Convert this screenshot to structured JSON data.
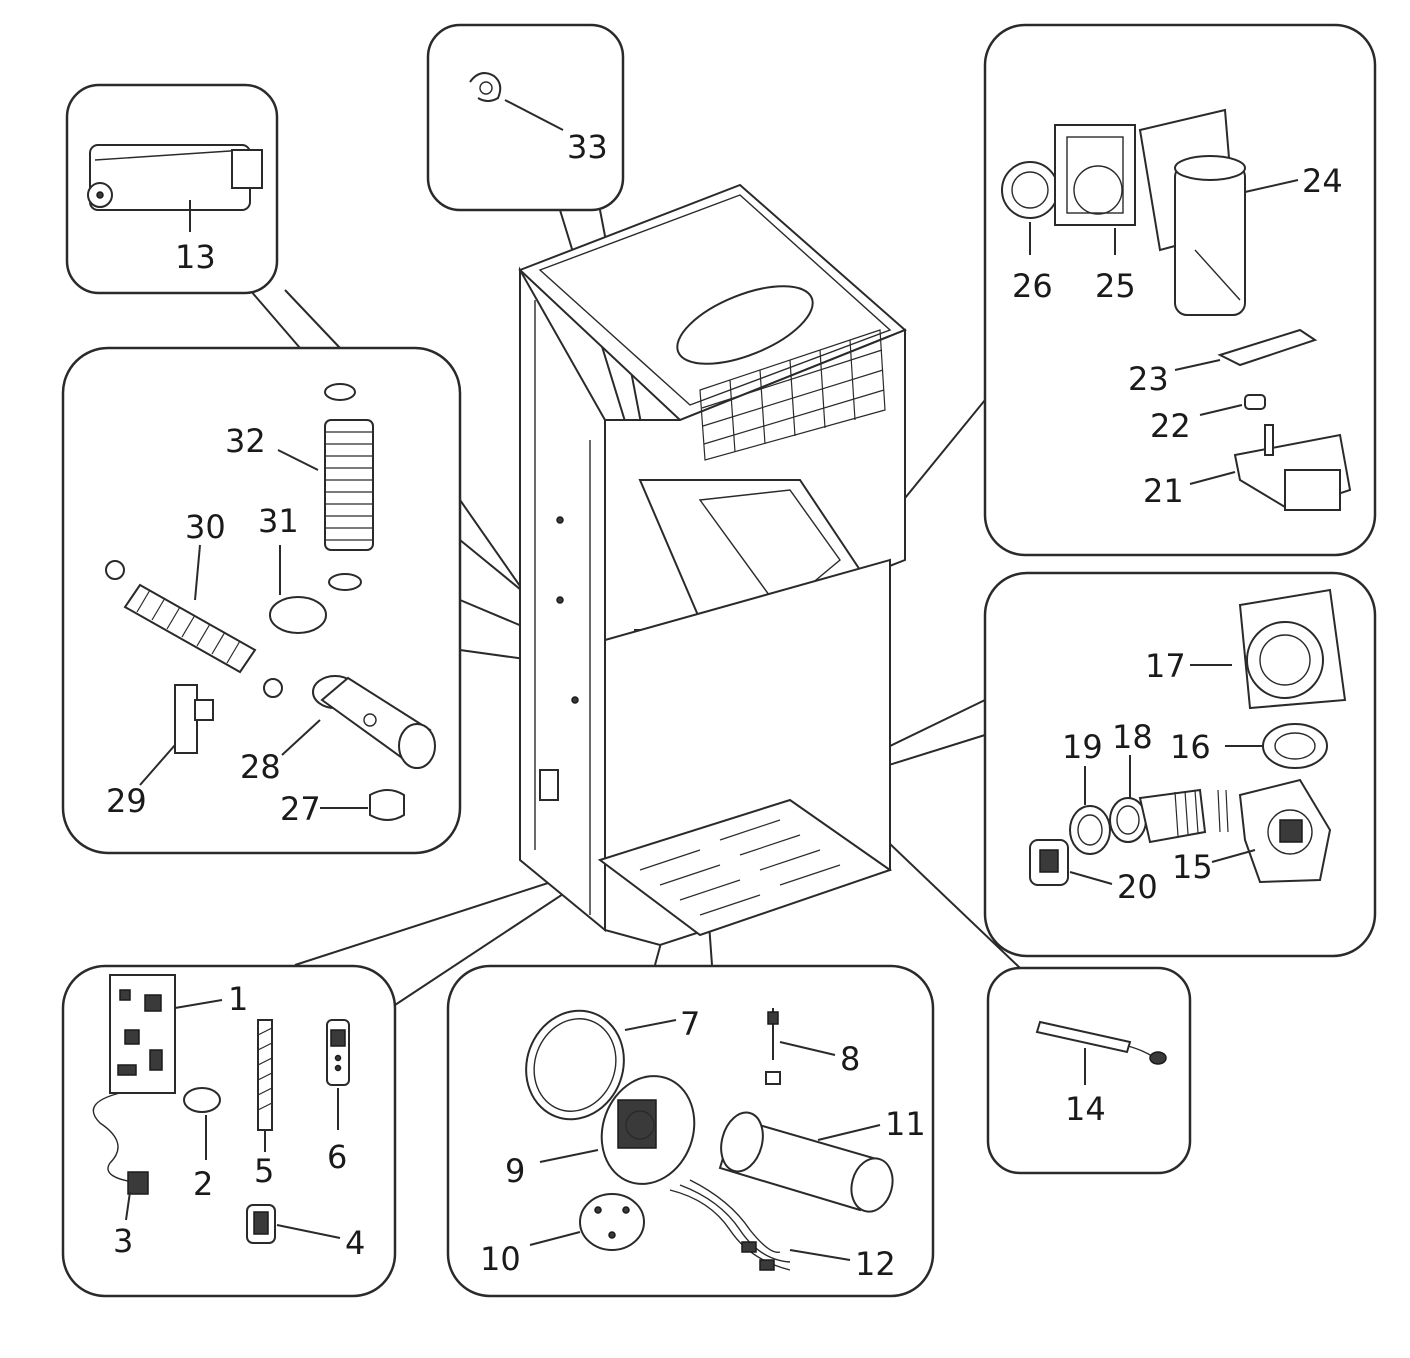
{
  "callouts": [
    {
      "id": "1",
      "label": "1"
    },
    {
      "id": "2",
      "label": "2"
    },
    {
      "id": "3",
      "label": "3"
    },
    {
      "id": "4",
      "label": "4"
    },
    {
      "id": "5",
      "label": "5"
    },
    {
      "id": "6",
      "label": "6"
    },
    {
      "id": "7",
      "label": "7"
    },
    {
      "id": "8",
      "label": "8"
    },
    {
      "id": "9",
      "label": "9"
    },
    {
      "id": "10",
      "label": "10"
    },
    {
      "id": "11",
      "label": "11"
    },
    {
      "id": "12",
      "label": "12"
    },
    {
      "id": "13",
      "label": "13"
    },
    {
      "id": "14",
      "label": "14"
    },
    {
      "id": "15",
      "label": "15"
    },
    {
      "id": "16",
      "label": "16"
    },
    {
      "id": "17",
      "label": "17"
    },
    {
      "id": "18",
      "label": "18"
    },
    {
      "id": "19",
      "label": "19"
    },
    {
      "id": "20",
      "label": "20"
    },
    {
      "id": "21",
      "label": "21"
    },
    {
      "id": "22",
      "label": "22"
    },
    {
      "id": "23",
      "label": "23"
    },
    {
      "id": "24",
      "label": "24"
    },
    {
      "id": "25",
      "label": "25"
    },
    {
      "id": "26",
      "label": "26"
    },
    {
      "id": "27",
      "label": "27"
    },
    {
      "id": "28",
      "label": "28"
    },
    {
      "id": "29",
      "label": "29"
    },
    {
      "id": "30",
      "label": "30"
    },
    {
      "id": "31",
      "label": "31"
    },
    {
      "id": "32",
      "label": "32"
    },
    {
      "id": "33",
      "label": "33"
    }
  ],
  "colors": {
    "line": "#2a2a2a",
    "background": "#ffffff",
    "text": "#1a1a1a"
  }
}
